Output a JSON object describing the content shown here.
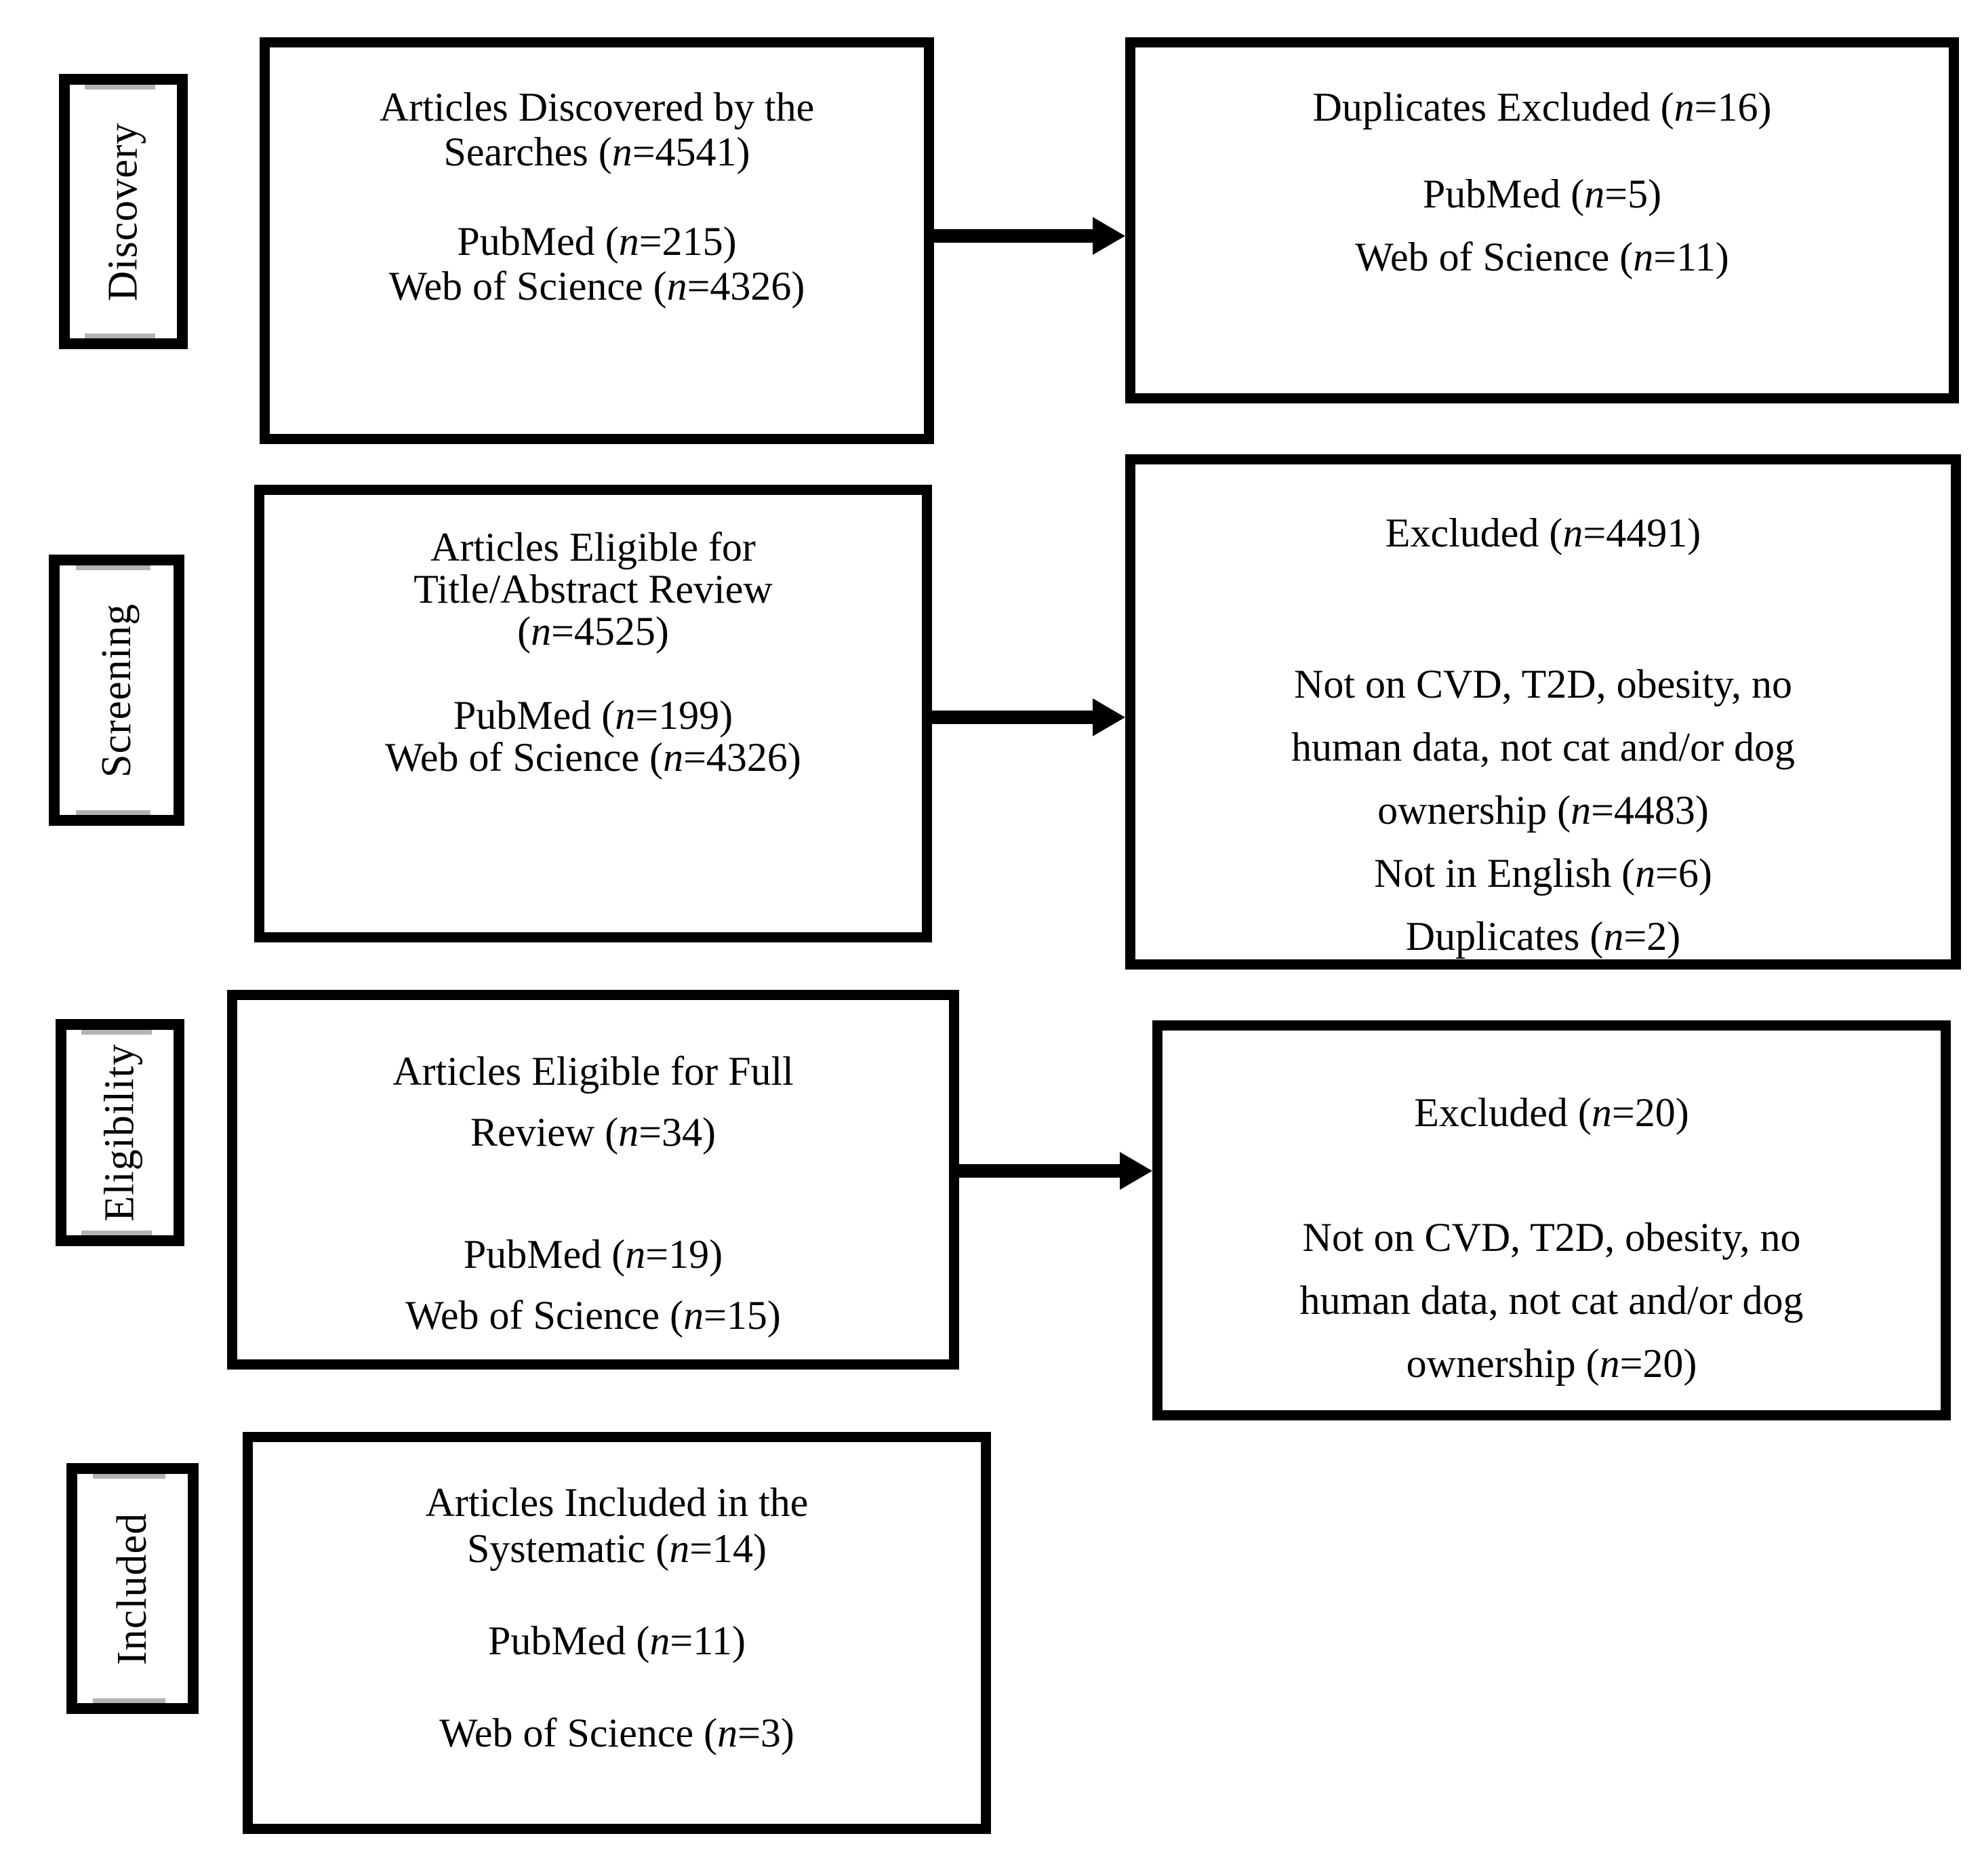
{
  "diagram": {
    "colors": {
      "border": "#000000",
      "background": "#ffffff",
      "text": "#000000"
    },
    "stages": [
      {
        "label": "Discovery"
      },
      {
        "label": "Screening"
      },
      {
        "label": "Eligibility"
      },
      {
        "label": "Included"
      }
    ],
    "boxes": {
      "discovery_main": {
        "groups": [
          [
            "Articles Discovered by the",
            "Searches (n=4541)"
          ],
          [
            "PubMed (n=215)",
            "Web of Science (n=4326)"
          ]
        ]
      },
      "discovery_excluded": {
        "groups": [
          [
            "Duplicates Excluded (n=16)"
          ],
          [
            "PubMed (n=5)",
            "Web of Science (n=11)"
          ]
        ]
      },
      "screening_main": {
        "groups": [
          [
            "Articles Eligible for",
            "Title/Abstract Review",
            "(n=4525)"
          ],
          [
            "PubMed (n=199)",
            "Web of Science (n=4326)"
          ]
        ]
      },
      "screening_excluded": {
        "groups": [
          [
            "Excluded (n=4491)"
          ],
          [
            "Not on CVD, T2D, obesity, no",
            "human data, not cat and/or dog",
            "ownership (n=4483)",
            "Not in English (n=6)",
            "Duplicates (n=2)"
          ]
        ]
      },
      "eligibility_main": {
        "groups": [
          [
            "Articles Eligible for Full",
            "Review (n=34)"
          ],
          [
            "PubMed (n=19)",
            "Web of Science (n=15)"
          ]
        ]
      },
      "eligibility_excluded": {
        "groups": [
          [
            "Excluded (n=20)"
          ],
          [
            "Not on CVD, T2D, obesity, no",
            "human data, not cat and/or dog",
            "ownership (n=20)"
          ]
        ]
      },
      "included_main": {
        "groups": [
          [
            "Articles Included in the",
            "Systematic (n=14)"
          ],
          [
            "PubMed (n=11)"
          ],
          [
            "Web of Science (n=3)"
          ]
        ]
      }
    }
  }
}
